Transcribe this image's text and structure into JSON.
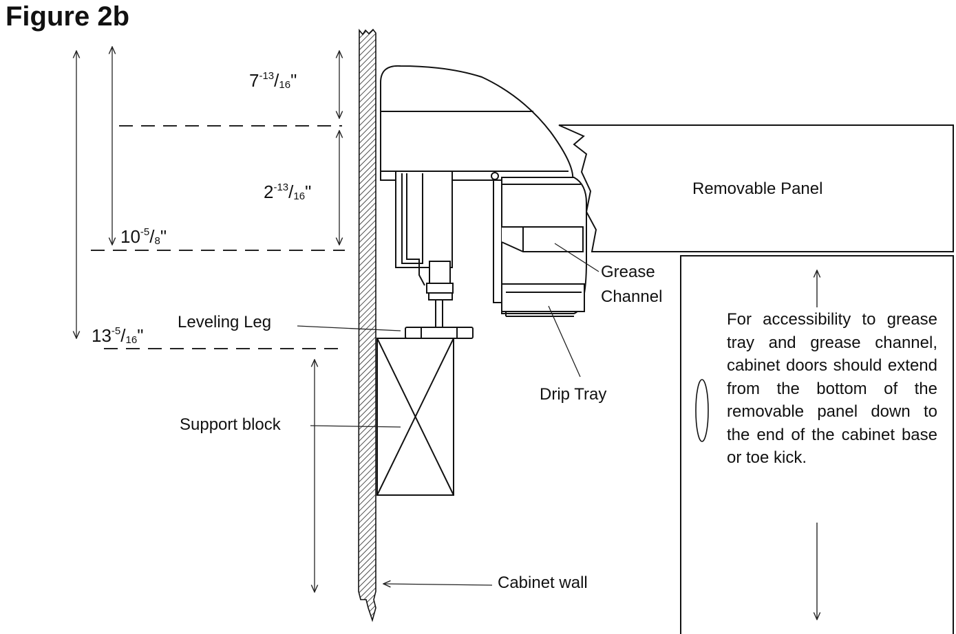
{
  "title": "Figure 2b",
  "dimensions": [
    {
      "id": "d1",
      "whole": "7",
      "num": "-13",
      "den": "16",
      "unit": "\""
    },
    {
      "id": "d2",
      "whole": "2",
      "num": "-13",
      "den": "16",
      "unit": "\""
    },
    {
      "id": "d3",
      "whole": "10",
      "num": "-5",
      "den": "8",
      "unit": "\""
    },
    {
      "id": "d4",
      "whole": "13",
      "num": "-5",
      "den": "16",
      "unit": "\""
    }
  ],
  "labels": {
    "removable_panel": "Removable Panel",
    "grease_line1": "Grease",
    "grease_line2": "Channel",
    "leveling_leg": "Leveling Leg",
    "drip_tray": "Drip Tray",
    "support_block": "Support block",
    "cabinet_wall": "Cabinet wall"
  },
  "note": "For accessibility to grease tray and grease channel, cabinet doors should extend from the bottom of  the removable panel down to the end of the cabinet base or toe kick."
}
